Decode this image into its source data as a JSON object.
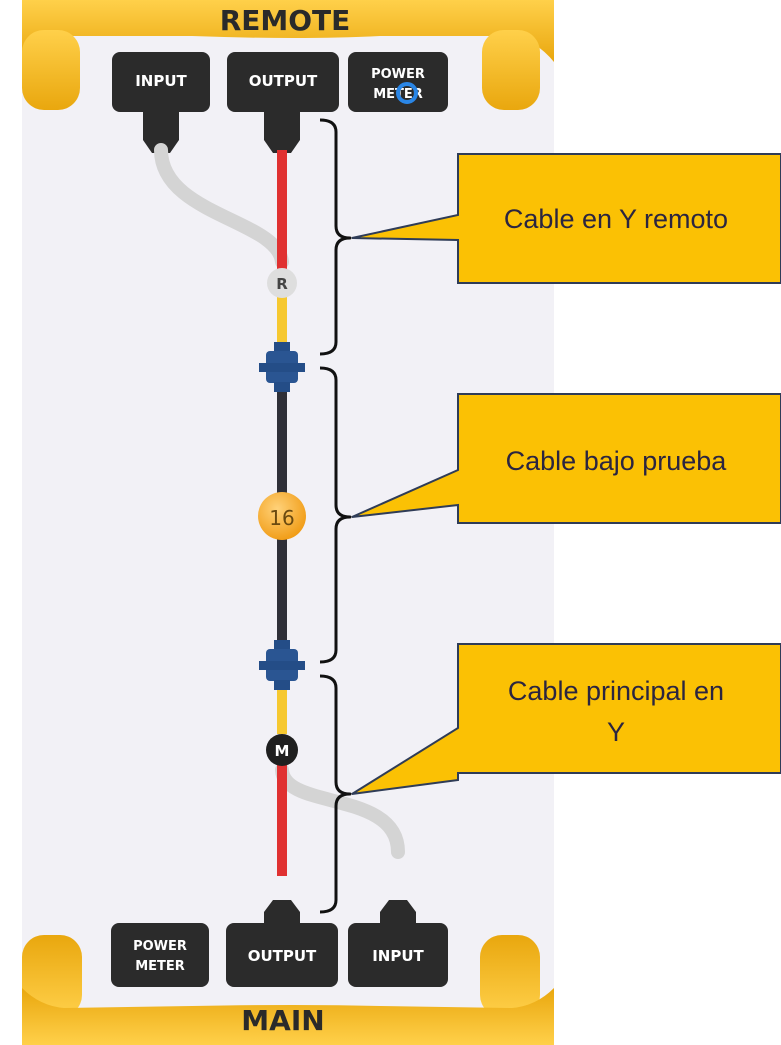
{
  "remote": {
    "title": "REMOTE",
    "ports": {
      "input": "INPUT",
      "output": "OUTPUT",
      "power_meter_line1": "POWER",
      "power_meter_line2": "METER"
    }
  },
  "main": {
    "title": "MAIN",
    "ports": {
      "power_meter_line1": "POWER",
      "power_meter_line2": "METER",
      "output": "OUTPUT",
      "input": "INPUT"
    }
  },
  "markers": {
    "remote": "R",
    "cable_under_test": "16",
    "main": "M"
  },
  "callouts": {
    "remote_y_cable": "Cable en Y remoto",
    "cable_under_test": "Cable bajo prueba",
    "main_y_cable_line1": "Cable principal en",
    "main_y_cable_line2": "Y"
  },
  "colors": {
    "device_yellow": "#f5b519",
    "connector_dark": "#2b2b2b",
    "cable_red": "#e03131",
    "cable_yellow": "#f6c830",
    "cable_grey": "#d4d4d4",
    "cable_dark": "#2f3038",
    "coupler_blue": "#244d87",
    "callout_fill": "#fbc104",
    "callout_border": "#2f3c57",
    "badge_orange": "#f5a623"
  }
}
